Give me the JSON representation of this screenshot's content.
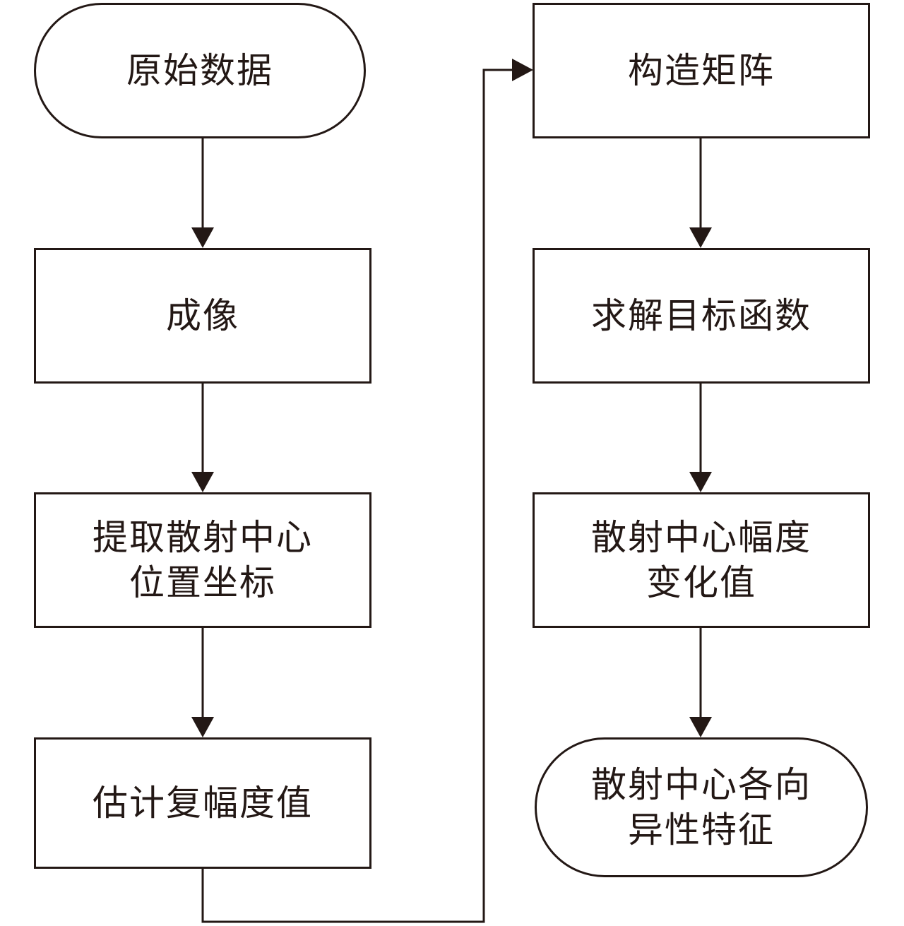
{
  "diagram": {
    "nodes": [
      {
        "id": "raw-data",
        "shape": "terminal",
        "label": "原始数据"
      },
      {
        "id": "imaging",
        "shape": "process",
        "label": "成像"
      },
      {
        "id": "extract-scatter",
        "shape": "process",
        "label": "提取散射中心\n位置坐标"
      },
      {
        "id": "estimate-amplitude",
        "shape": "process",
        "label": "估计复幅度值"
      },
      {
        "id": "construct-matrix",
        "shape": "process",
        "label": "构造矩阵"
      },
      {
        "id": "solve-objective",
        "shape": "process",
        "label": "求解目标函数"
      },
      {
        "id": "amplitude-variation",
        "shape": "process",
        "label": "散射中心幅度\n变化值"
      },
      {
        "id": "anisotropy",
        "shape": "terminal",
        "label": "散射中心各向\n异性特征"
      }
    ],
    "edges": [
      {
        "from": "raw-data",
        "to": "imaging"
      },
      {
        "from": "imaging",
        "to": "extract-scatter"
      },
      {
        "from": "extract-scatter",
        "to": "estimate-amplitude"
      },
      {
        "from": "estimate-amplitude",
        "to": "construct-matrix"
      },
      {
        "from": "construct-matrix",
        "to": "solve-objective"
      },
      {
        "from": "solve-objective",
        "to": "amplitude-variation"
      },
      {
        "from": "amplitude-variation",
        "to": "anisotropy"
      }
    ],
    "colors": {
      "stroke": "#231815",
      "background": "#ffffff"
    }
  }
}
